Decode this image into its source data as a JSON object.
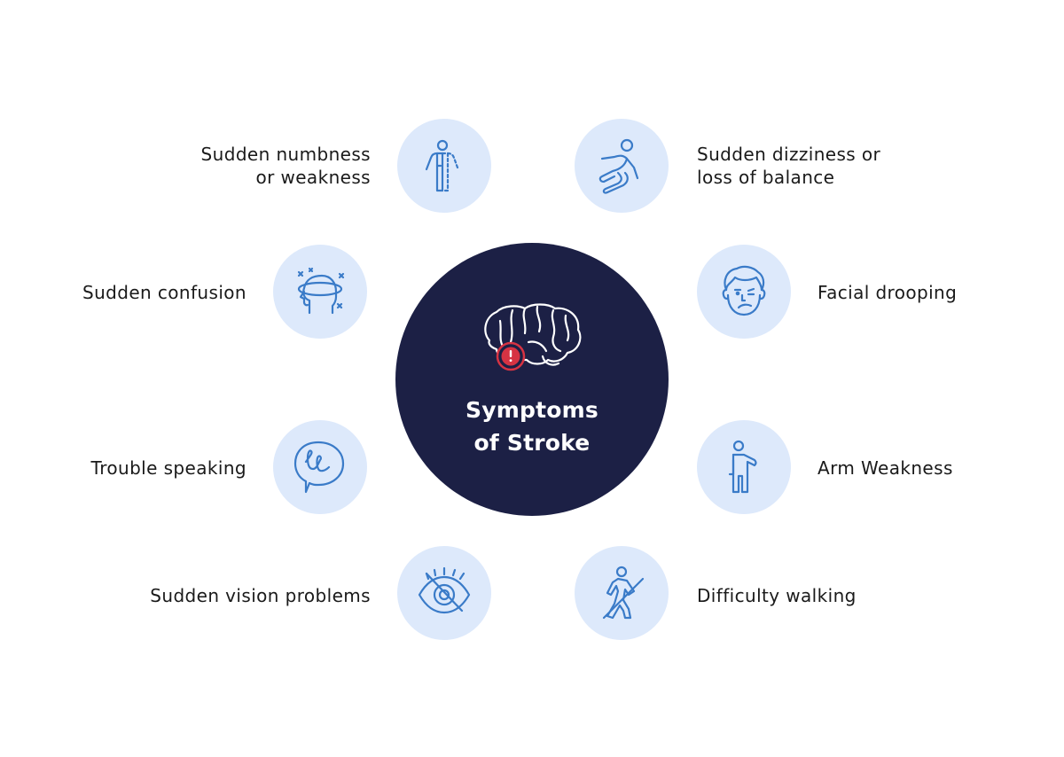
{
  "center": {
    "title_line1": "Symptoms",
    "title_line2": "of Stroke",
    "icon": "brain-alert-icon"
  },
  "colors": {
    "center_bg": "#1c2045",
    "icon_circle_bg": "#dde9fb",
    "icon_stroke": "#3a7bc8",
    "alert_red": "#d63343",
    "label_text": "#1a1a1a"
  },
  "symptoms": {
    "numbness": {
      "line1": "Sudden numbness",
      "line2": "or weakness",
      "icon": "body-half-icon"
    },
    "dizziness": {
      "line1": "Sudden dizziness or",
      "line2": "loss of balance",
      "icon": "falling-person-icon"
    },
    "confusion": {
      "label": "Sudden confusion",
      "icon": "confused-head-icon"
    },
    "facial": {
      "label": "Facial drooping",
      "icon": "drooping-face-icon"
    },
    "speaking": {
      "label": "Trouble speaking",
      "icon": "speech-bubble-icon"
    },
    "arm": {
      "label": "Arm Weakness",
      "icon": "arm-weakness-icon"
    },
    "vision": {
      "label": "Sudden vision problems",
      "icon": "crossed-eye-icon"
    },
    "walking": {
      "label": "Difficulty walking",
      "icon": "walking-crossed-icon"
    }
  }
}
